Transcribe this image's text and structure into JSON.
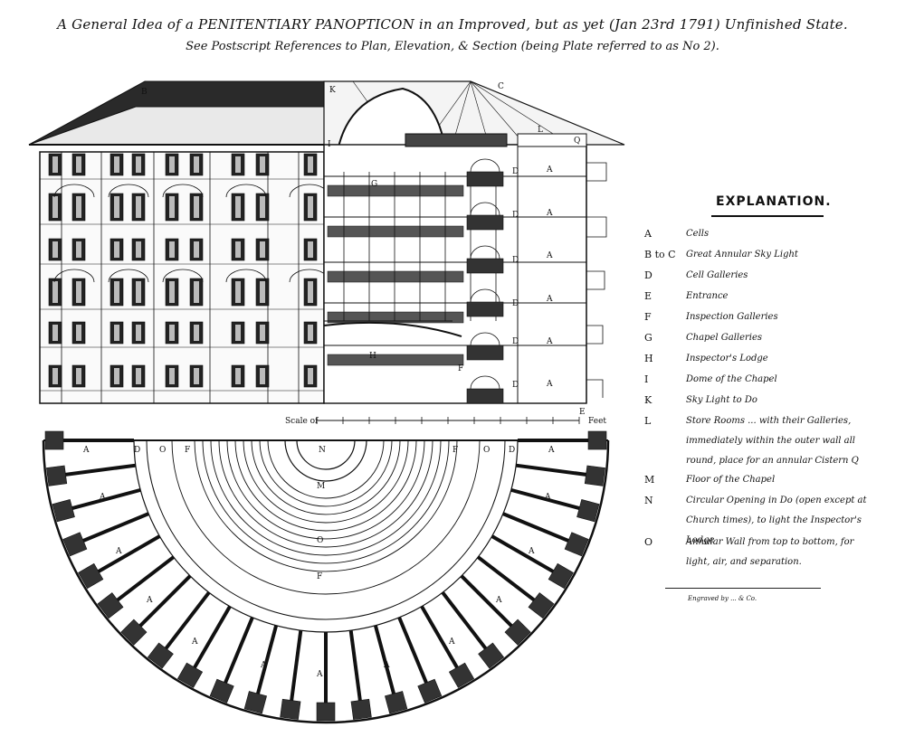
{
  "title": {
    "line1": "A General Idea of a PENITENTIARY PANOPTICON in an Improved, but as yet (Jan 23rd 1791) Unfinished State.",
    "line2": "See Postscript References to Plan, Elevation, & Section (being Plate referred to as No 2)."
  },
  "explanation": {
    "heading": "EXPLANATION.",
    "items": [
      {
        "key": "A",
        "text": "Cells"
      },
      {
        "key": "B to C",
        "text": "Great Annular Sky Light"
      },
      {
        "key": "D",
        "text": "Cell Galleries"
      },
      {
        "key": "E",
        "text": "Entrance"
      },
      {
        "key": "F",
        "text": "Inspection Galleries"
      },
      {
        "key": "G",
        "text": "Chapel Galleries"
      },
      {
        "key": "H",
        "text": "Inspector's Lodge"
      },
      {
        "key": "I",
        "text": "Dome of the Chapel"
      },
      {
        "key": "K",
        "text": "Sky Light to Do"
      },
      {
        "key": "L",
        "text": "Store Rooms ... with their Galleries, immediately within the outer wall all round, place for an annular Cistern Q"
      },
      {
        "key": "M",
        "text": "Floor of the Chapel"
      },
      {
        "key": "N",
        "text": "Circular Opening in Do (open except at Church times), to light the Inspector's Lodge"
      },
      {
        "key": "O",
        "text": "Annular Wall from top to bottom, for light, air, and separation."
      }
    ],
    "signature": "Engraved by ... & Co."
  },
  "labels": {
    "A": "A",
    "B": "B",
    "C": "C",
    "D": "D",
    "E": "E",
    "F": "F",
    "G": "G",
    "H": "H",
    "I": "I",
    "K": "K",
    "L": "L",
    "M": "M",
    "N": "N",
    "O": "O",
    "Q": "Q",
    "scale_left": "Scale of",
    "scale_right": "Feet"
  }
}
